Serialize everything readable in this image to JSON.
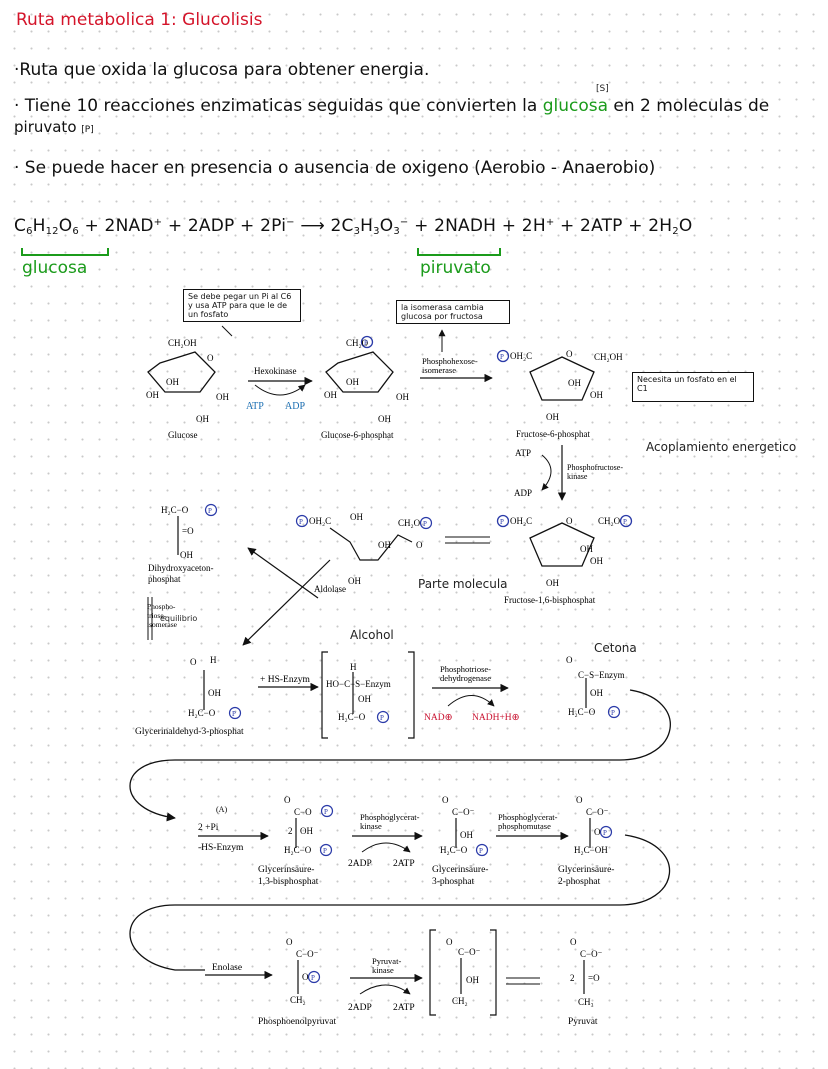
{
  "title": "Ruta metabolica 1: Glucolisis",
  "bullets": {
    "b1": "·Ruta que oxida la glucosa para obtener energia.",
    "b2_pre": "· Tiene 10 reacciones enzimaticas seguidas que convierten la ",
    "b2_glucosa": "glucosa",
    "b2_post": " en 2 moleculas de",
    "b2_line2": "piruvato",
    "marker_s": "[S]",
    "marker_p": "[P]",
    "b3": "· Se puede hacer en presencia o ausencia de oxigeno (Aerobio - Anaerobio)"
  },
  "equation": {
    "text": "C6H12O6 + 2NAD+ + 2ADP + 2Pi- → 2C3H3O3- + 2NADH + 2H+ + 2ATP + 2H2O",
    "label_left": "glucosa",
    "label_right": "piruvato"
  },
  "notes": {
    "atp_note": "Se debe pegar un Pi al C6 y usa ATP para que le de un fosfato",
    "isom_note": "la isomerasa cambia glucosa por fructosa",
    "fosfato_note": "Necesita un fosfato en el C1",
    "acoplamiento": "Acoplamiento energetico",
    "parte": "Parte molecula",
    "equilibrio": "equilibrio",
    "alcohol": "Alcohol",
    "cetona": "Cetona"
  },
  "compounds": {
    "glucose": "Glucose",
    "g6p": "Glucose-6-phosphat",
    "f6p": "Fructose-6-phosphat",
    "f16bp": "Fructose-1,6-bisphosphat",
    "dhap1": "Dihydroxyaceton-",
    "dhap2": "phosphat",
    "gap": "Glycerinaldehyd-3-phosphat",
    "bpg1": "Glycerinsäure-",
    "bpg2": "1,3-bisphosphat",
    "p3g1": "Glycerinsäure-",
    "p3g2": "3-phosphat",
    "p2g1": "Glycerinsäure-",
    "p2g2": "2-phosphat",
    "pep": "Phosphoenolpyruvat",
    "pyr": "Pyruvat"
  },
  "enzymes": {
    "hexokinase": "Hexokinase",
    "phi1": "Phosphohexose-",
    "phi2": "isomerase",
    "pfk1": "Phosphofructose-",
    "pfk2": "kinase",
    "aldolase": "Aldolase",
    "tim1": "Phospho-",
    "tim2": "triose-",
    "tim3": "isomerase",
    "gapdh1": "Phosphotriose-",
    "gapdh2": "dehydrogenase",
    "pgk1": "Phosphoglycerat-",
    "pgk2": "kinase",
    "pgm1": "Phosphoglycerat-",
    "pgm2": "phosphomutase",
    "enolase": "Enolase",
    "pk1": "Pyruvat-",
    "pk2": "kinase"
  },
  "cofactors": {
    "atp": "ATP",
    "adp": "ADP",
    "hs_enzym": "+ HS-Enzym",
    "nad": "NAD⊕",
    "nadh": "NADH+H⊕",
    "pi": "2 +Pi",
    "minus_hs": "-HS-Enzym",
    "two_adp": "2ADP",
    "two_atp": "2ATP"
  },
  "colors": {
    "title": "#d4142a",
    "highlight": "#1b9b1b",
    "phosphate": "#2a3aa8",
    "nad": "#c8102e"
  }
}
